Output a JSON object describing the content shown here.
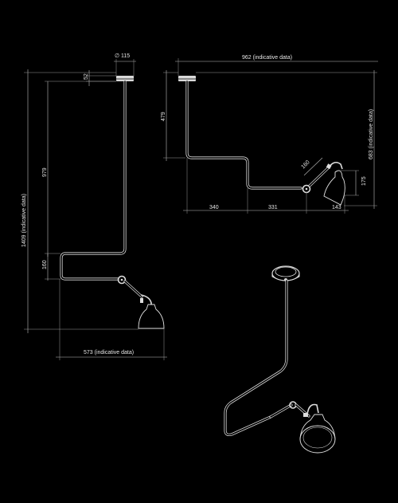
{
  "colors": {
    "background": "#000000",
    "lines": "#d9d9d9"
  },
  "views": {
    "side": {
      "dims": {
        "diameter": "∅ 115",
        "mount_h": "52",
        "height_total": "1409 (indicative data)",
        "rod": "979",
        "elbow": "160",
        "width": "573 (indicative data)"
      }
    },
    "top": {
      "dims": {
        "width_total": "962 (indicative data)",
        "rod": "479",
        "height_total": "683 (indicative data)",
        "arm": "160",
        "shade_h": "175",
        "seg1": "340",
        "seg2": "331",
        "seg3": "143"
      }
    }
  }
}
